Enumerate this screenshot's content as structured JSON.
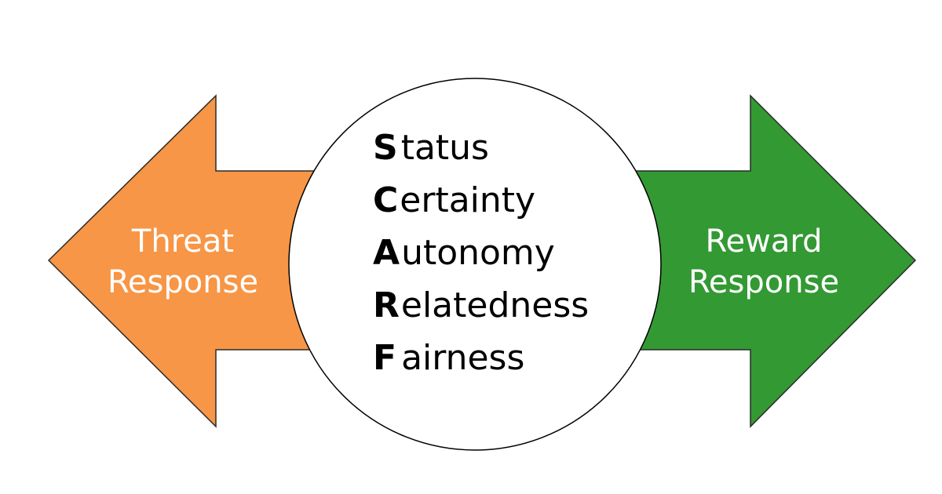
{
  "colors": {
    "threat_arrow": "#F79646",
    "reward_arrow": "#339933",
    "circle_fill": "#ffffff",
    "circle_stroke": "#000000"
  },
  "threat": {
    "line1": "Threat",
    "line2": "Response"
  },
  "reward": {
    "line1": "Reward",
    "line2": "Response"
  },
  "scarf": {
    "items": [
      {
        "initial": "S",
        "rest": "tatus"
      },
      {
        "initial": "C",
        "rest": "ertainty"
      },
      {
        "initial": "A",
        "rest": "utonomy"
      },
      {
        "initial": "R",
        "rest": "elatedness"
      },
      {
        "initial": "F",
        "rest": "airness"
      }
    ]
  }
}
